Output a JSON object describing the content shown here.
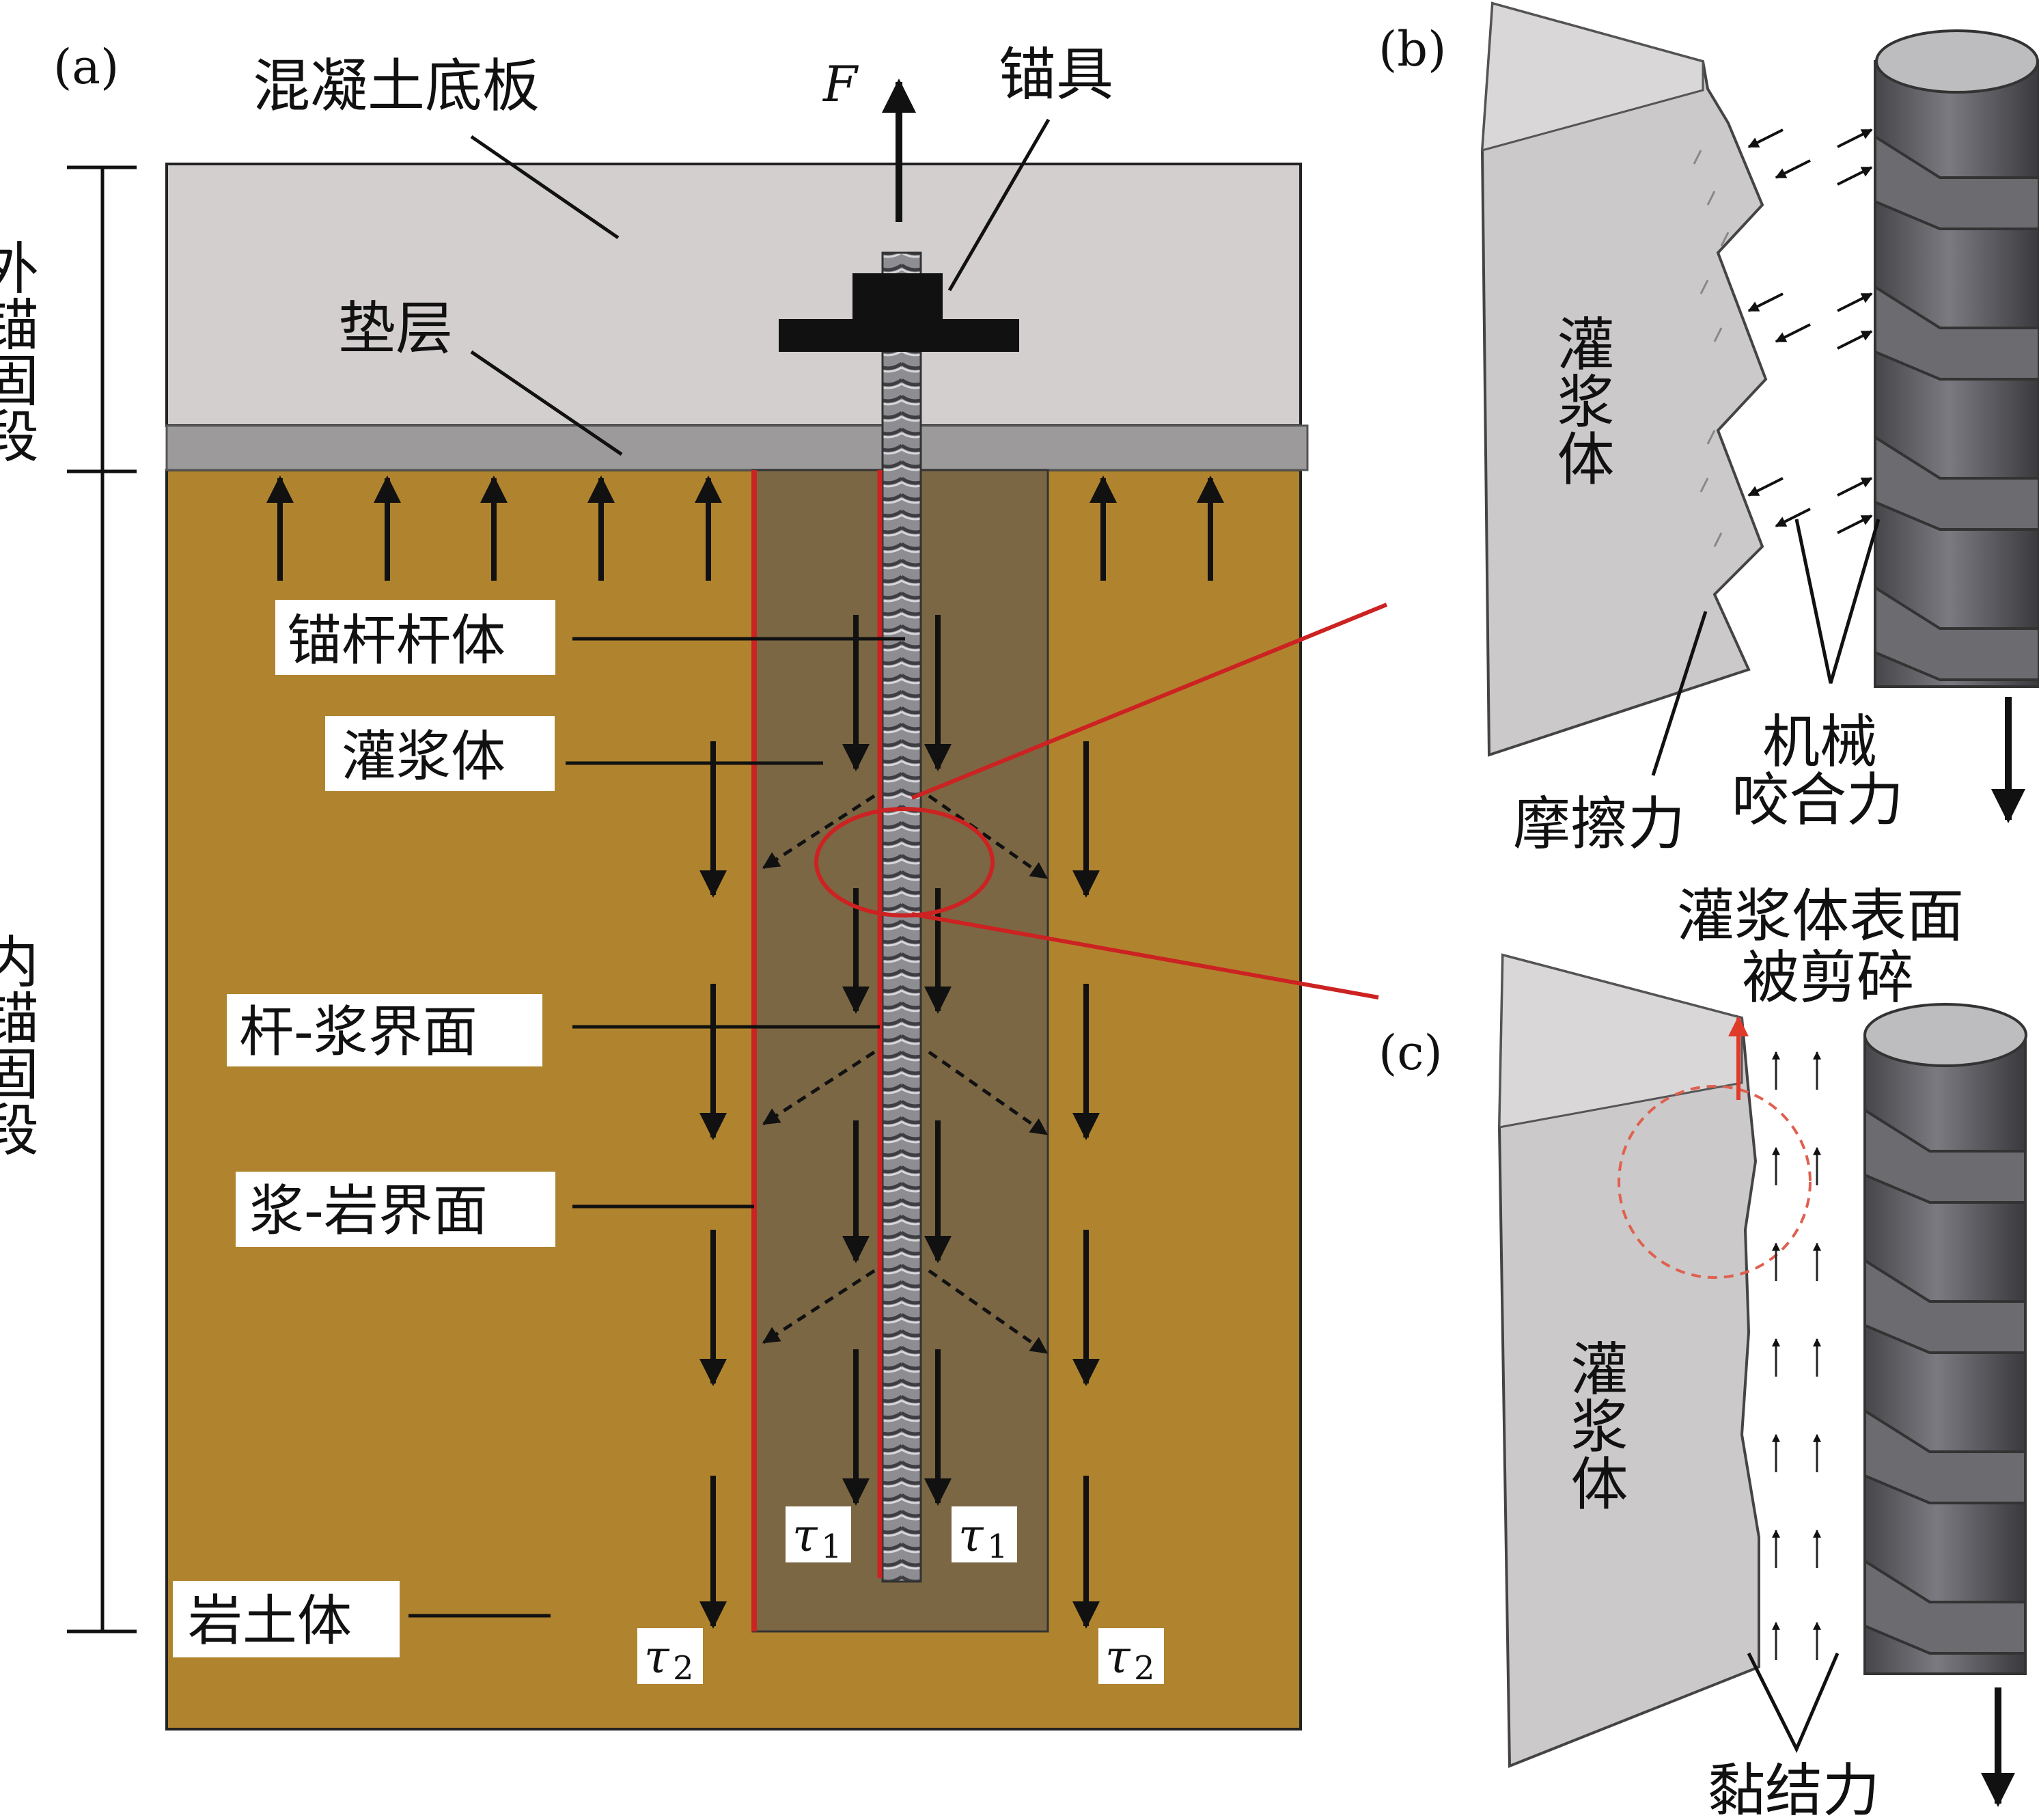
{
  "panel_a": {
    "tag": "(a)",
    "force": "F",
    "slab": "混凝土底板",
    "anchor_head": "锚具",
    "cushion": "垫层",
    "outer_segment": "外锚固段",
    "inner_segment": "内锚固段",
    "rod_body": "锚杆杆体",
    "grout": "灌浆体",
    "rod_grout_interface": "杆-浆界面",
    "grout_rock_interface": "浆-岩界面",
    "rock_soil": "岩土体",
    "tau1_symbol": "τ",
    "tau1_sub": "1",
    "tau2_symbol": "τ",
    "tau2_sub": "2"
  },
  "panel_b": {
    "tag": "(b)",
    "grout": "灌浆体",
    "friction": "摩擦力",
    "interlock_1": "机械",
    "interlock_2": "咬合力"
  },
  "panel_c": {
    "tag": "(c)",
    "shear_1": "灌浆体表面",
    "shear_2": "被剪碎",
    "grout": "灌浆体",
    "bond": "黏结力"
  },
  "colors": {
    "rock": "#b0842e",
    "grout": "#7b6744",
    "slab": "#d3cfcf",
    "cushion": "#9c9a9a",
    "interface_red": "#cc2222",
    "block": "#cbc9c9",
    "rod_dark": "#55555a"
  }
}
